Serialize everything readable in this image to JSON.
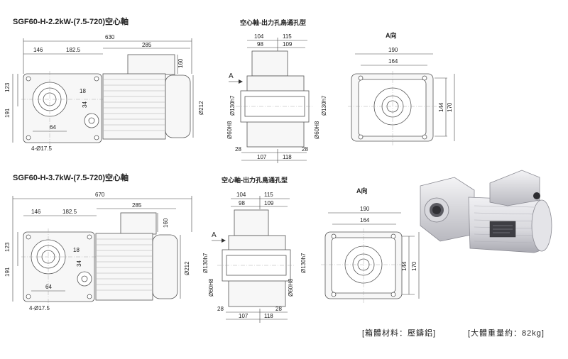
{
  "titles": {
    "model_top": "SGF60-H-2.2kW-(7.5-720)空心軸",
    "model_bottom": "SGF60-H-3.7kW-(7.5-720)空心軸",
    "hollow_top": "空心軸-出力孔鳥通孔型",
    "hollow_bottom": "空心軸-出力孔鳥通孔型",
    "view_a_top": "A向",
    "view_a_bottom": "A向"
  },
  "footer": {
    "material": "[箱體材料：壓鑄鋁]",
    "weight": "[大體重量約：82kg]"
  },
  "top": {
    "overall": "630",
    "w146": "146",
    "w1825": "182.5",
    "w285": "285",
    "h160": "160",
    "h123": "123",
    "h191": "191",
    "r18": "18",
    "r34": "34",
    "r64": "64",
    "holes": "4-Ø17.5",
    "dia212": "Ø212",
    "s104": "104",
    "s115": "115",
    "s98": "98",
    "s109": "109",
    "shaft130a": "Ø130h7",
    "shaft130b": "Ø130h7",
    "bore60a": "Ø60H8",
    "bore60b": "Ø60H8",
    "s28a": "28",
    "s107": "107",
    "s118": "118",
    "s28b": "28",
    "arrowA": "A",
    "a190": "190",
    "a164": "164",
    "a144": "144",
    "a170": "170"
  },
  "bottom": {
    "overall": "670",
    "w146": "146",
    "w1825": "182.5",
    "w285": "285",
    "h160": "160",
    "h123": "123",
    "h191": "191",
    "r18": "18",
    "r34": "34",
    "r64": "64",
    "holes": "4-Ø17.5",
    "dia212": "Ø212",
    "s104": "104",
    "s115": "115",
    "s98": "98",
    "s109": "109",
    "shaft130a": "Ø130h7",
    "shaft130b": "Ø130h7",
    "bore60a": "Ø60H8",
    "bore60b": "Ø60H8",
    "s28a": "28",
    "s107": "107",
    "s118": "118",
    "s28b": "28",
    "arrowA": "A",
    "a190": "190",
    "a164": "164",
    "a144": "144",
    "a170": "170"
  }
}
